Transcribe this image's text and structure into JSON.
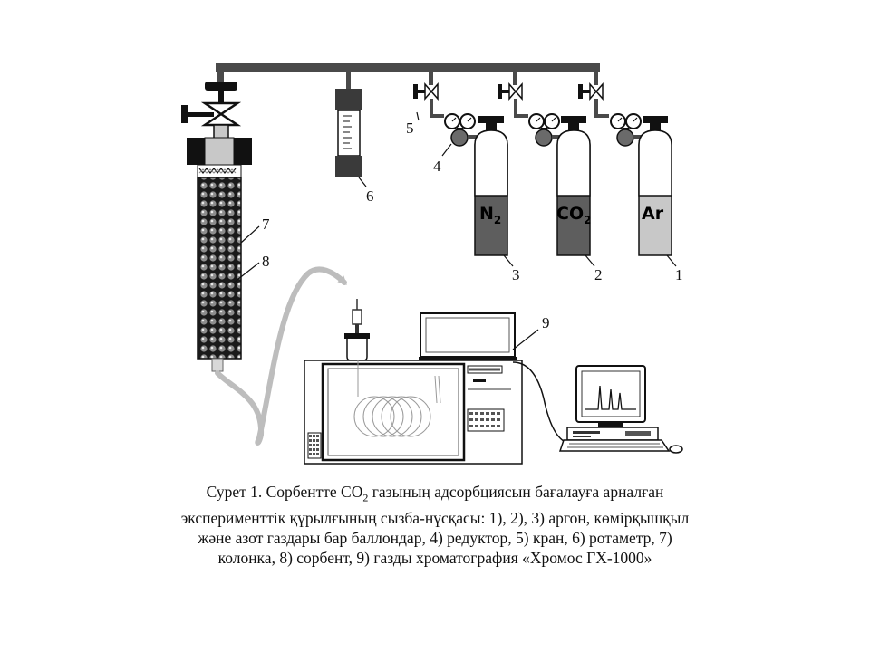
{
  "labels": {
    "n1": "1",
    "n2": "2",
    "n3": "3",
    "n4": "4",
    "n5": "5",
    "n6": "6",
    "n7": "7",
    "n8": "8",
    "n9": "9"
  },
  "cylinders": {
    "n2_main": "N",
    "n2_sub": "2",
    "co2_main": "CO",
    "co2_sub": "2",
    "ar": "Ar"
  },
  "caption": {
    "line1_a": "Сурет 1. Сорбентте СО",
    "line1_sub": "2",
    "line1_b": " газының адсорбциясын бағалауға арналған",
    "line2": "эксперименттік құрылғының сызба-нұсқасы: 1), 2), 3) аргон, көмірқышқыл",
    "line3": "және азот газдары бар баллондар, 4) редуктор, 5) кран, 6) ротаметр, 7)",
    "line4": "колонка, 8) сорбент, 9) газды хроматография «Хромос ГХ-1000»"
  },
  "colors": {
    "dark": "#111111",
    "mid_gray": "#5e5e5e",
    "light_gray": "#c8c8c8",
    "curve_gray": "#bdbdbd"
  }
}
